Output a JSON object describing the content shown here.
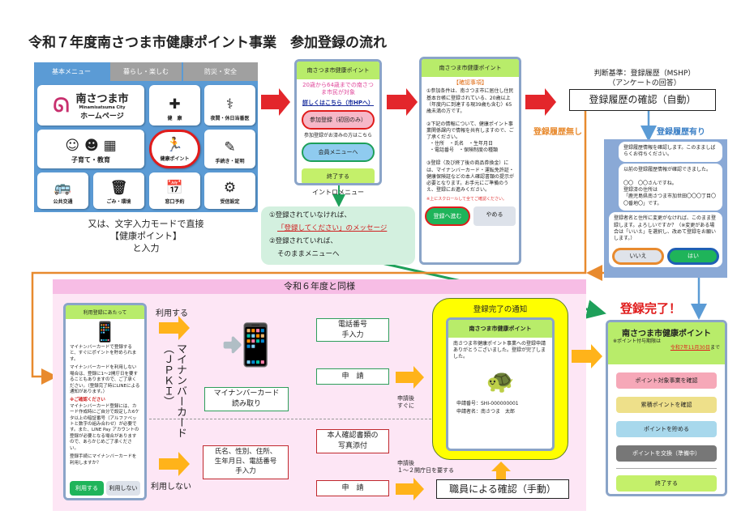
{
  "title": "令和７年度南さつま市健康ポイント事業　参加登録の流れ",
  "menu": {
    "tabs": [
      "基本メニュー",
      "暮らし・楽しむ",
      "防災・安全"
    ],
    "home": {
      "name": "南さつま市",
      "en": "Minamisatsuma City",
      "sub": "ホームページ"
    },
    "tiles": [
      {
        "label": "健　康",
        "icon": "✚"
      },
      {
        "label": "夜間・休日当番医",
        "icon": "⚕"
      },
      {
        "label": "子育て・教育",
        "icon": "☺ ☻ ▦"
      },
      {
        "label": "健康ポイント",
        "icon": "🏃"
      },
      {
        "label": "手続き・証明",
        "icon": "✎"
      },
      {
        "label": "公共交通",
        "icon": "🚌"
      },
      {
        "label": "ごみ・環境",
        "icon": "🗑"
      },
      {
        "label": "窓口予約",
        "icon": "📅"
      },
      {
        "label": "受信設定",
        "icon": "⚙"
      }
    ],
    "caption": [
      "又は、文字入力モードで直接",
      "【健康ポイント】",
      "と入力"
    ]
  },
  "intro": {
    "header": "南さつま市健康ポイント",
    "target": "20歳から64歳までの南さつま市民が対象",
    "link": "詳しくはこちら（市HPへ）",
    "register": "参加登録（初回のみ）",
    "note": "参加登録がお済みの方はこちら",
    "member": "会員メニューへ",
    "end": "終了する",
    "caption": "イントロメニュー"
  },
  "greenbox": {
    "l1": "①登録されていなければ、",
    "l2": "「登録してください」のメッセージ",
    "l3": "②登録されていれば、",
    "l4": "そのままメニューへ"
  },
  "confirm": {
    "header": "南さつま市健康ポイント",
    "title": "【確認事項】",
    "p1": "①参加条件は、南さつま市に居住し住民基本台帳に登録されている、20歳以上（年度内に到達する現39歳も含む）65歳未満の方です。",
    "p2": "②下記の情報について、健康ポイント事業関係課内で情報を共有しますので、ご了承ください。",
    "items": "・住所　・氏名　・生年月日\n・電話番号　・保険制度の種類",
    "p3": "③登録（及び終了後の商品券換金）には、マイナンバーカード・運転免許証・健康保険証などの本人確認書類の提示が必要となります。お手元にご準備のうえ、登録にお進みください。",
    "scroll": "※上にスクロールして全てご確認ください。",
    "go": "登録へ進む",
    "cancel": "やめる"
  },
  "criteria": {
    "l1": "判断基準：登録履歴（MSHP）",
    "l2": "（アンケートの回答）",
    "box": "登録履歴の確認（自動）",
    "none": "登録履歴無し",
    "has": "登録履歴有り"
  },
  "chat": {
    "b1": "登録履歴情報を確認します。このまましばらくお待ちください。",
    "b2": "以前の登録履歴情報が確認できました。\n\n〇〇　〇〇さんですね。\n登録済の住所は\n「鹿児島県南さつま市加世田〇〇〇丁目〇〇番地〇」です。",
    "b3": "登録者名と住所に変更がなければ、このまま登録します。よろしいですか？（※変更がある場合は「いいえ」を選択し、改めて登録をお願いします。）",
    "no": "いいえ",
    "yes": "はい"
  },
  "pink": {
    "header": "令和６年度と同様"
  },
  "regscreen": {
    "header": "利用登録にあたって",
    "p1": "マイナンバーカードで登録すると、すぐにポイントを貯められます。",
    "p2": "マイナンバーカードを利用しない場合は、登録に1～2開庁日を要することもありますので、ご了承ください。（登録完了時にLINEによる通知があります。）",
    "warn": "※ご確認ください",
    "p3": "マイナンバーカード登録には、カード作成時にご自分で設定した6ケタ以上の暗証番号（アルファベットと数字の組み合わせ）が必要です。また、LINE Pay アカウントの登録が必要となる場合がありますので、あらかじめご了承ください。",
    "q": "登録手続にマイナンバーカードを利用しますか？",
    "use": "利用する",
    "nouse": "利用しない"
  },
  "flow": {
    "use": "利用する",
    "nouse": "利用しない",
    "vertical": "マイナンバーカード（ＪＰＫＩ）",
    "read": "マイナンバーカード\n読み取り",
    "tel": "電話番号\n手入力",
    "apply": "申　請",
    "soon": "申請後\nすぐに",
    "manual": "氏名、性別、住所、\n生年月日、電話番号\n手入力",
    "photo": "本人確認書類の\n写真添付",
    "apply2": "申　請",
    "days": "申請後\n１～２開庁日を要する",
    "staff": "職員による確認（手動）"
  },
  "notice": {
    "title": "登録完了の通知",
    "header": "南さつま市健康ポイント",
    "msg": "南さつま市健康ポイント事業への登録申請ありがとうございました。登録が完了しました。",
    "no": "申請番号：SHI-000000001",
    "name": "申請者名：南さつま　太郎"
  },
  "done": {
    "label": "登録完了！",
    "header": "南さつま市健康ポイント",
    "period": "※ポイント付与期限は",
    "date": "令和7年11月30日",
    "until": "まで",
    "btns": [
      "ポイント対象事業を確認",
      "累積ポイントを確認",
      "ポイントを貯める",
      "ポイントを交換（準備中）",
      "終了する"
    ]
  },
  "colors": {
    "red": "#e3262b",
    "orange": "#e88a2e",
    "green": "#1ea05a",
    "blue": "#5b9bd5",
    "pink": "#fce4f4",
    "yellow": "#ffff00",
    "arrow": "#ffb31a"
  }
}
